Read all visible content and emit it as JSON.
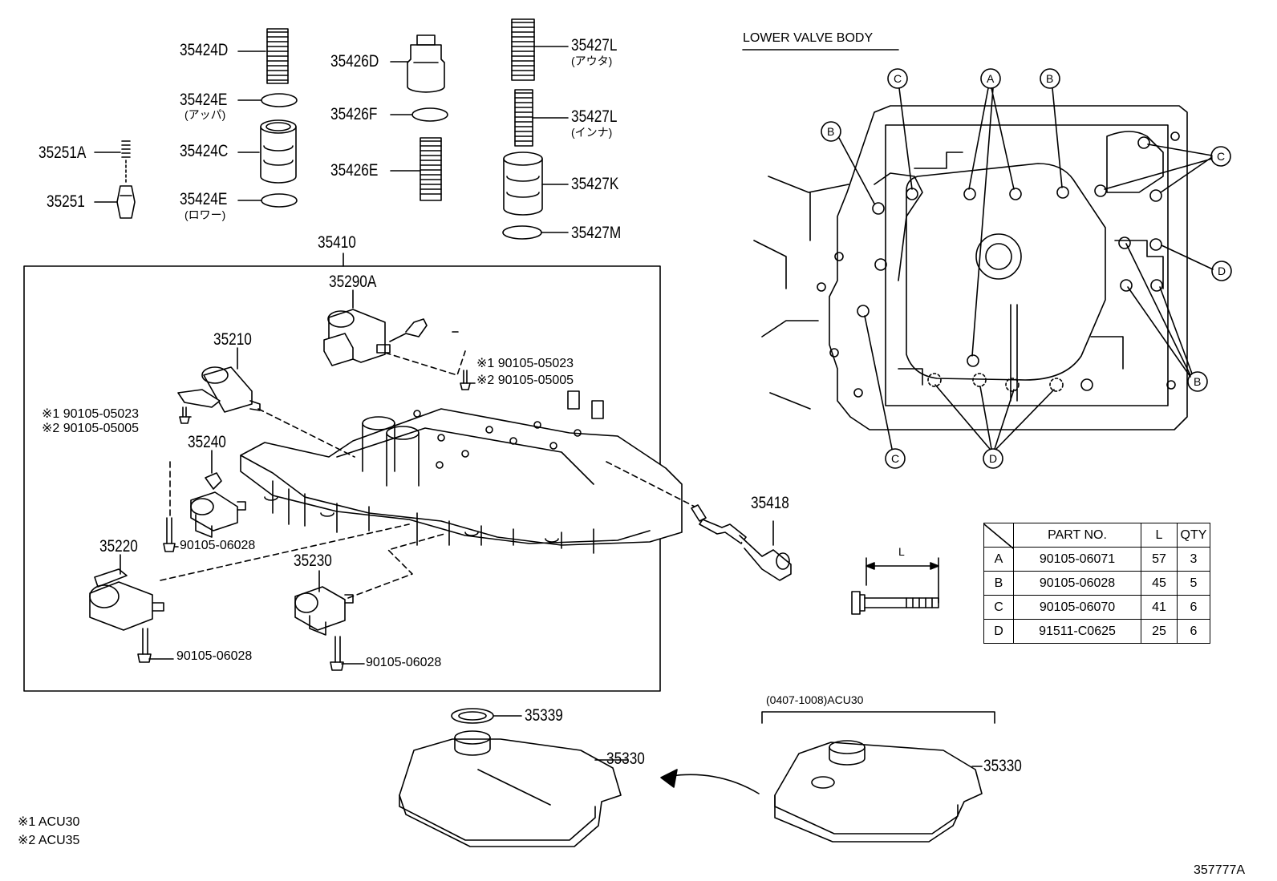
{
  "header": {
    "section_title": "LOWER VALVE BODY"
  },
  "notes": {
    "note1": "※1 ACU30",
    "note2": "※2 ACU35",
    "illustration_code": "357777A",
    "model_range": "(0407-1008)ACU30"
  },
  "callouts": {
    "p35424D": "35424D",
    "p35424E_upper": "35424E",
    "p35424E_upper_sub": "(アッパ)",
    "p35424C": "35424C",
    "p35424E_lower": "35424E",
    "p35424E_lower_sub": "(ロワー)",
    "p35251A": "35251A",
    "p35251": "35251",
    "p35426D": "35426D",
    "p35426F": "35426F",
    "p35426E": "35426E",
    "p35427L_outer": "35427L",
    "p35427L_outer_sub": "(アウタ)",
    "p35427L_inner": "35427L",
    "p35427L_inner_sub": "(インナ)",
    "p35427K": "35427K",
    "p35427M": "35427M",
    "p35410": "35410",
    "p35290A": "35290A",
    "p35210": "35210",
    "p35240": "35240",
    "p35220": "35220",
    "p35230": "35230",
    "p35418": "35418",
    "p35339": "35339",
    "p35330_a": "35330",
    "p35330_b": "35330",
    "bolt_a1": "※1 90105-05023",
    "bolt_a2": "※2 90105-05005",
    "bolt_b1": "※1 90105-05023",
    "bolt_b2": "※2 90105-05005",
    "bolt_c": "90105-06028",
    "bolt_d": "90105-06028",
    "bolt_e": "90105-06028"
  },
  "letters": {
    "A": "A",
    "B": "B",
    "C": "C",
    "D": "D"
  },
  "bolt_dimension": {
    "label": "L"
  },
  "parts_table": {
    "headers": [
      "PART NO.",
      "L",
      "QTY"
    ],
    "rows": [
      {
        "key": "A",
        "part": "90105-06071",
        "l": "57",
        "qty": "3"
      },
      {
        "key": "B",
        "part": "90105-06028",
        "l": "45",
        "qty": "5"
      },
      {
        "key": "C",
        "part": "90105-06070",
        "l": "41",
        "qty": "6"
      },
      {
        "key": "D",
        "part": "91511-C0625",
        "l": "25",
        "qty": "6"
      }
    ]
  }
}
